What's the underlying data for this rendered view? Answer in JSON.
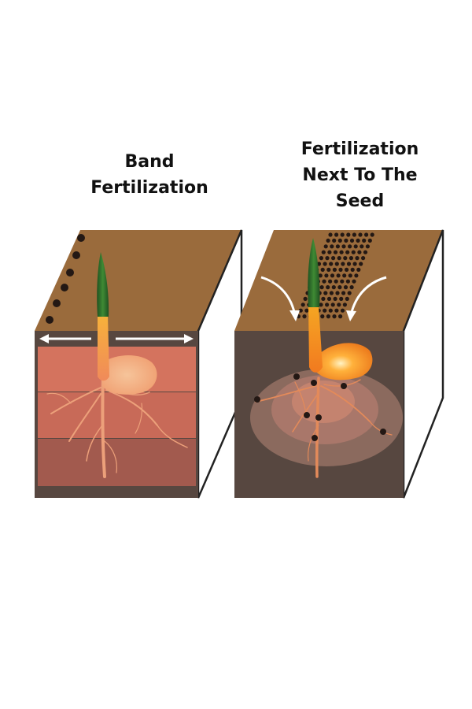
{
  "panels": [
    {
      "title_lines": [
        "Band",
        "Fertilization"
      ]
    },
    {
      "title_lines": [
        "Fertilization",
        "Next To The",
        "Seed"
      ]
    }
  ],
  "colors": {
    "soil_top": "#9a6b3c",
    "soil_side": "#5a4a41",
    "band_fertilizer": "#d4735e",
    "seed_orange": "#f08a24",
    "shoot_green": "#2e6b2a",
    "fertilizer_dot": "#2a1e1a",
    "root": "#e99560",
    "arrow": "#ffffff"
  }
}
